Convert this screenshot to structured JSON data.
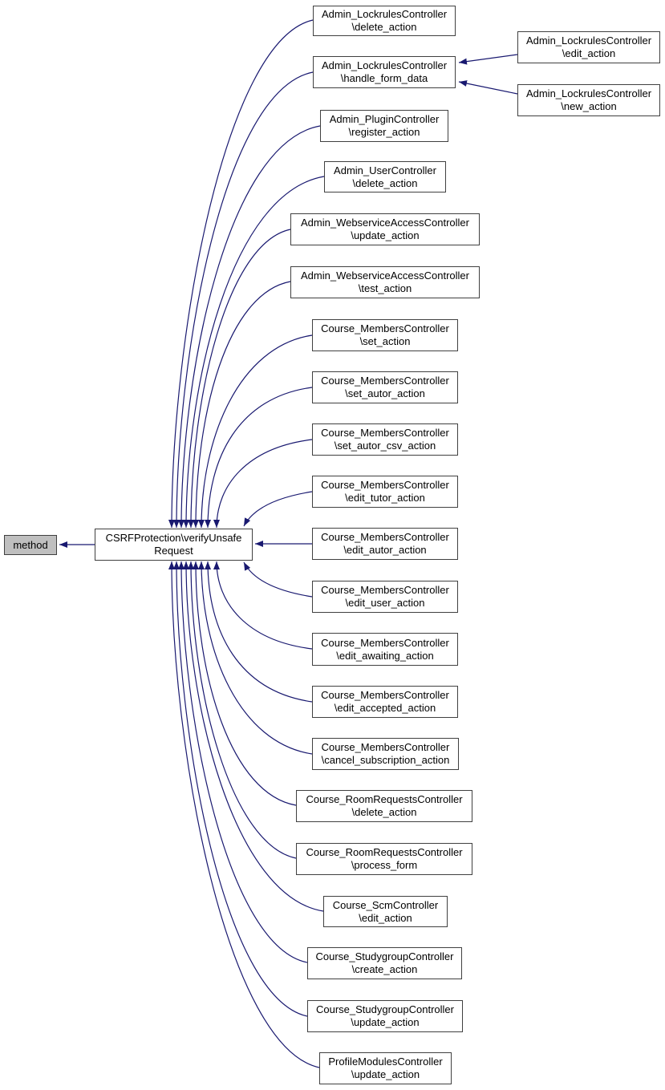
{
  "diagram": {
    "kind": "doxygen-caller-graph",
    "edge_color": "#191970",
    "node_fill": "#ffffff",
    "node_border": "#404040",
    "highlight_fill": "#bfbfbf"
  },
  "nodes": {
    "method": {
      "line1": "method"
    },
    "csrf_verify_unsafe_request": {
      "line1": "CSRFProtection\\verifyUnsafe",
      "line2": "Request"
    },
    "admin_lockrules_delete_action": {
      "line1": "Admin_LockrulesController",
      "line2": "\\delete_action"
    },
    "admin_lockrules_handle_form_data": {
      "line1": "Admin_LockrulesController",
      "line2": "\\handle_form_data"
    },
    "admin_lockrules_edit_action": {
      "line1": "Admin_LockrulesController",
      "line2": "\\edit_action"
    },
    "admin_lockrules_new_action": {
      "line1": "Admin_LockrulesController",
      "line2": "\\new_action"
    },
    "admin_plugin_register_action": {
      "line1": "Admin_PluginController",
      "line2": "\\register_action"
    },
    "admin_user_delete_action": {
      "line1": "Admin_UserController",
      "line2": "\\delete_action"
    },
    "admin_webservice_update_action": {
      "line1": "Admin_WebserviceAccessController",
      "line2": "\\update_action"
    },
    "admin_webservice_test_action": {
      "line1": "Admin_WebserviceAccessController",
      "line2": "\\test_action"
    },
    "course_members_set_action": {
      "line1": "Course_MembersController",
      "line2": "\\set_action"
    },
    "course_members_set_autor_action": {
      "line1": "Course_MembersController",
      "line2": "\\set_autor_action"
    },
    "course_members_set_autor_csv_action": {
      "line1": "Course_MembersController",
      "line2": "\\set_autor_csv_action"
    },
    "course_members_edit_tutor_action": {
      "line1": "Course_MembersController",
      "line2": "\\edit_tutor_action"
    },
    "course_members_edit_autor_action": {
      "line1": "Course_MembersController",
      "line2": "\\edit_autor_action"
    },
    "course_members_edit_user_action": {
      "line1": "Course_MembersController",
      "line2": "\\edit_user_action"
    },
    "course_members_edit_awaiting_action": {
      "line1": "Course_MembersController",
      "line2": "\\edit_awaiting_action"
    },
    "course_members_edit_accepted_action": {
      "line1": "Course_MembersController",
      "line2": "\\edit_accepted_action"
    },
    "course_members_cancel_subscription_action": {
      "line1": "Course_MembersController",
      "line2": "\\cancel_subscription_action"
    },
    "course_roomrequests_delete_action": {
      "line1": "Course_RoomRequestsController",
      "line2": "\\delete_action"
    },
    "course_roomrequests_process_form": {
      "line1": "Course_RoomRequestsController",
      "line2": "\\process_form"
    },
    "course_scm_edit_action": {
      "line1": "Course_ScmController",
      "line2": "\\edit_action"
    },
    "course_studygroup_create_action": {
      "line1": "Course_StudygroupController",
      "line2": "\\create_action"
    },
    "course_studygroup_update_action": {
      "line1": "Course_StudygroupController",
      "line2": "\\update_action"
    },
    "profile_modules_update_action": {
      "line1": "ProfileModulesController",
      "line2": "\\update_action"
    }
  }
}
